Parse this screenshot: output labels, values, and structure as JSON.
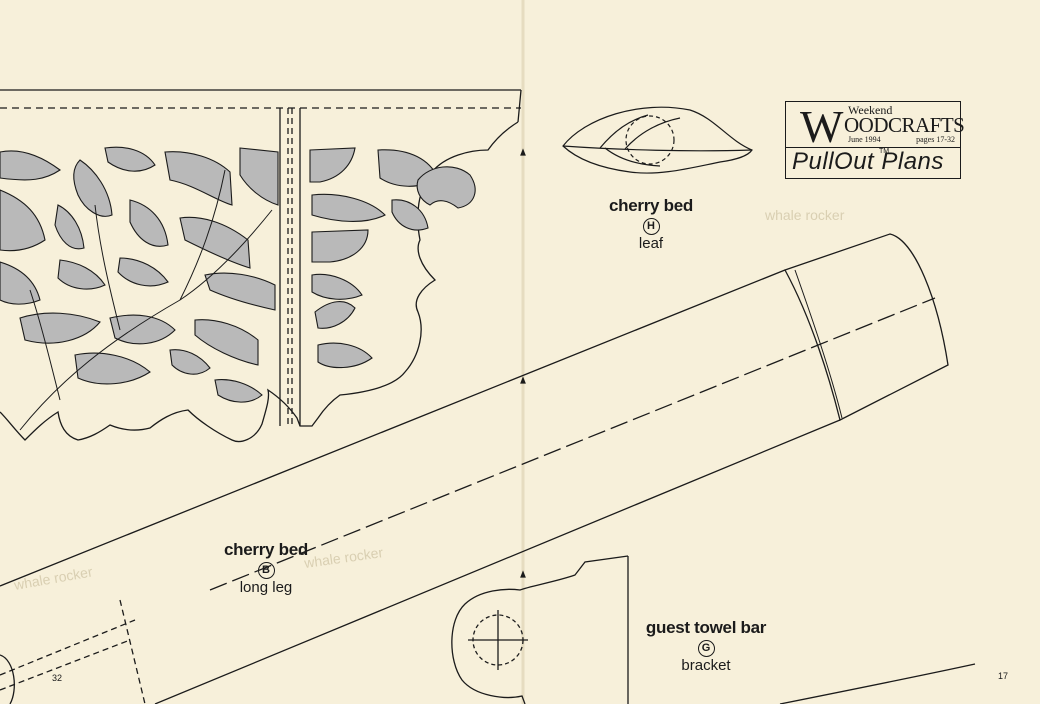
{
  "logo": {
    "weekend": "Weekend",
    "w_initial": "W",
    "woodcrafts": "OODCRAFTS",
    "date": "June 1994",
    "pages": "pages 17-32",
    "pullout": "PullOut Plans",
    "tm": "TM"
  },
  "labels": {
    "leaf": {
      "title": "cherry bed",
      "part": "H",
      "desc": "leaf"
    },
    "long_leg": {
      "title": "cherry bed",
      "part": "B",
      "desc": "long leg"
    },
    "towel_bar": {
      "title": "guest towel bar",
      "part": "G",
      "desc": "bracket"
    }
  },
  "page_numbers": {
    "left": "32",
    "right": "17"
  },
  "colors": {
    "paper": "#f7f0da",
    "ink": "#1b1b1b",
    "fill": "#b9b9b9"
  }
}
